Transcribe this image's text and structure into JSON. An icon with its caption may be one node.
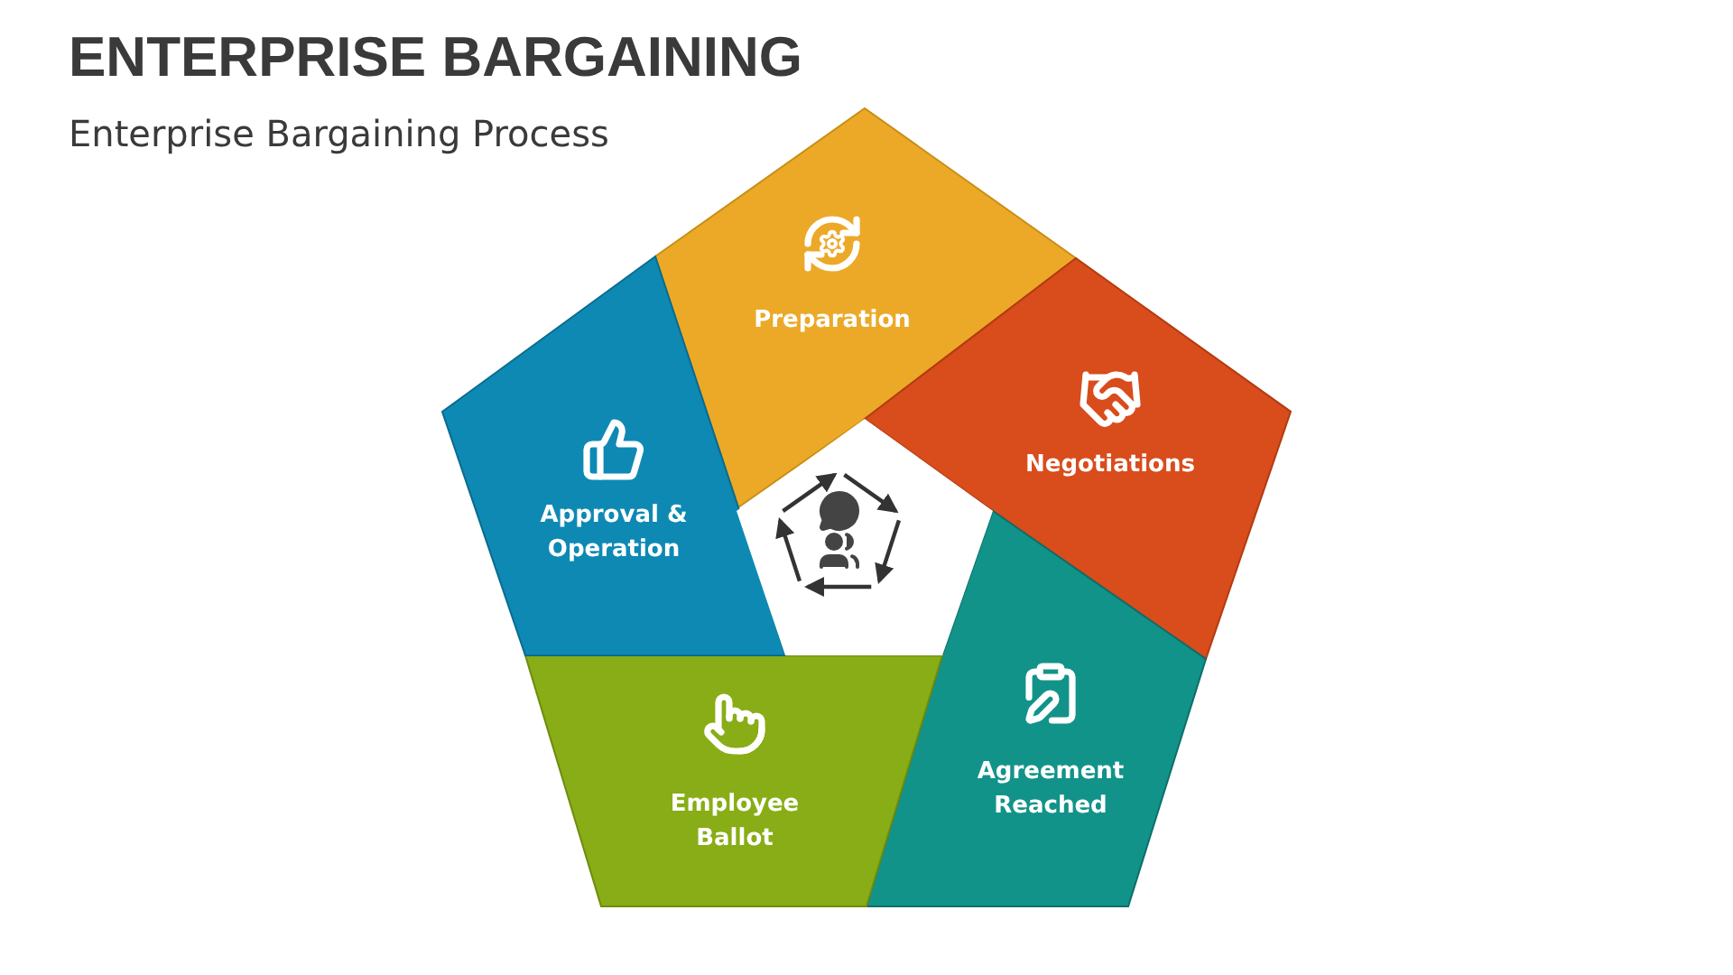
{
  "diagram": {
    "title": "ENTERPRISE BARGAINING",
    "nodes": [
      {
        "text": [
          "Preparation"
        ]
      },
      {
        "text": [
          "Negotiations"
        ]
      },
      {
        "text": [
          "Agreement Reached"
        ]
      },
      {
        "text": [
          "Employee Ballot"
        ]
      },
      {
        "text": [
          "Approval & Operation"
        ]
      },
      {
        "text": [],
        "shape": "pentagon"
      }
    ],
    "labels": [
      "Enterprise Bargaining Process"
    ]
  }
}
